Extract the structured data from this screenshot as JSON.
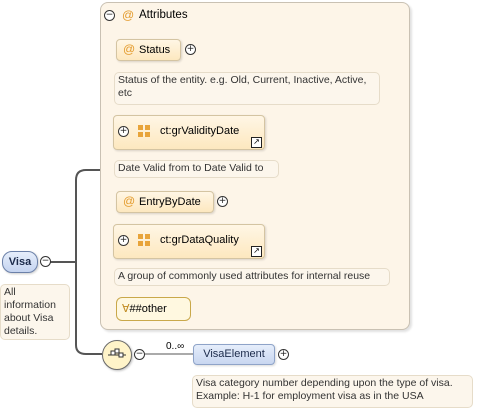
{
  "attributes_group": {
    "title": "Attributes"
  },
  "status": {
    "label": "Status",
    "doc": "Status of the entity. e.g. Old, Current, Inactive, Active, etc"
  },
  "validity": {
    "label": "ct:grValidityDate",
    "doc": "Date Valid from to Date Valid to"
  },
  "entry_by_date": {
    "label": "EntryByDate"
  },
  "data_quality": {
    "label": "ct:grDataQuality",
    "doc": "A group of commonly used attributes for internal reuse"
  },
  "other": {
    "label": "##other"
  },
  "visa": {
    "label": "Visa",
    "doc": "All information about Visa details."
  },
  "visa_element": {
    "label": "VisaElement",
    "cardinality": "0..∞",
    "doc": "Visa category number depending upon the type of visa. Example: H-1 for employment visa as in the USA"
  },
  "symbols": {
    "collapse": "−",
    "expand": "+",
    "attribute_marker": "@",
    "any_attribute_marker": "∀",
    "link": "↗"
  },
  "colors": {
    "panel_bg": "#fdf5e8",
    "attribute_node": "#fde8bf",
    "element_node": "#c5d4f0",
    "attribute_marker": "#e39a2b"
  }
}
